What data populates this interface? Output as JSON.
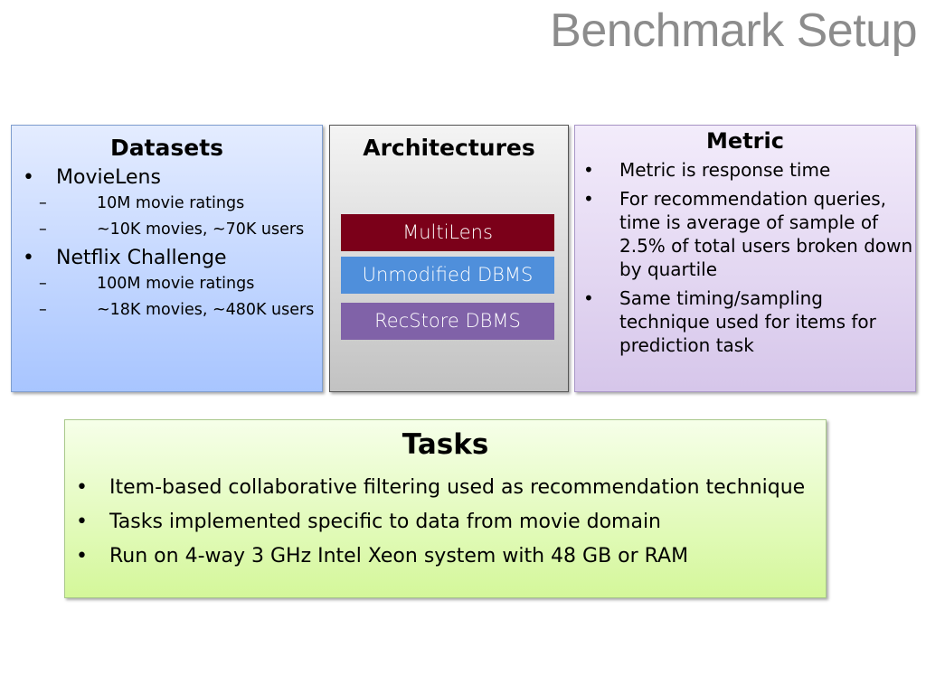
{
  "slide": {
    "title": "Benchmark Setup"
  },
  "datasets": {
    "heading": "Datasets",
    "items": [
      {
        "label": "MovieLens",
        "sub": [
          "10M movie ratings",
          "~10K movies, ~70K users"
        ]
      },
      {
        "label": "Netflix Challenge",
        "sub": [
          "100M movie ratings",
          "~18K movies, ~480K users"
        ]
      }
    ]
  },
  "architectures": {
    "heading": "Architectures",
    "items": [
      {
        "label": "MultiLens",
        "color": "#7b0019"
      },
      {
        "label": "Unmodified DBMS",
        "color": "#4f8fdb"
      },
      {
        "label": "RecStore DBMS",
        "color": "#8062a8"
      }
    ]
  },
  "metric": {
    "heading": "Metric",
    "items": [
      "Metric is response time",
      "For recommendation queries, time is average of sample of 2.5% of total users broken down by quartile",
      "Same timing/sampling technique used for items for prediction task"
    ]
  },
  "tasks": {
    "heading": "Tasks",
    "items": [
      "Item-based collaborative filtering used as recommendation technique",
      "Tasks implemented specific to data from movie domain",
      "Run on 4-way 3 GHz Intel Xeon system with 48 GB or RAM"
    ]
  },
  "glyphs": {
    "bullet": "•",
    "dash": "–"
  }
}
